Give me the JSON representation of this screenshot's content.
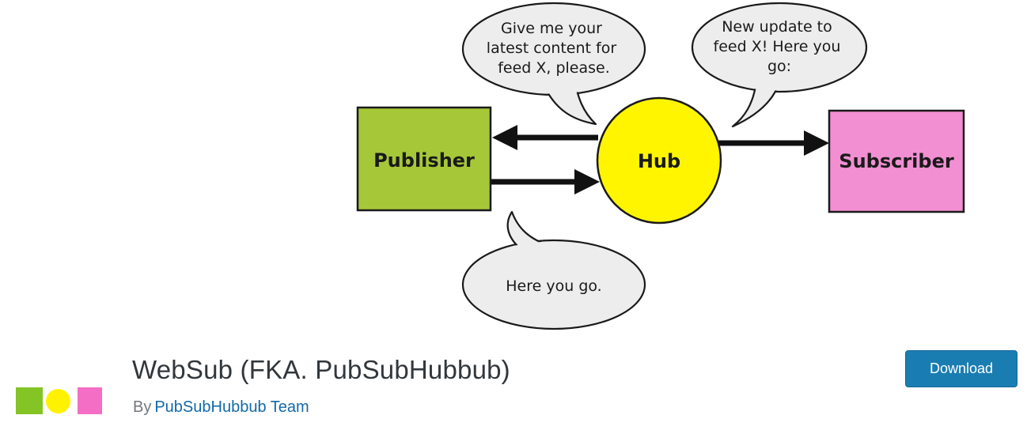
{
  "diagram": {
    "publisher_label": "Publisher",
    "hub_label": "Hub",
    "subscriber_label": "Subscriber",
    "bubbles": {
      "request": {
        "lines": [
          "Give me your",
          "latest content for",
          "feed X, please."
        ]
      },
      "update": {
        "lines": [
          "New update to",
          "feed X! Here you",
          "go:"
        ]
      },
      "response": {
        "lines": [
          "Here you go."
        ]
      }
    },
    "colors": {
      "publisher": "#a6c838",
      "hub": "#fff500",
      "subscriber": "#f18fd2",
      "bubble_fill": "#ededed",
      "outline": "#1a1a1a",
      "arrow": "#111111"
    }
  },
  "plugin": {
    "title": "WebSub (FKA. PubSubHubbub)",
    "byline_prefix": "By",
    "author": "PubSubHubbub Team",
    "download_label": "Download",
    "colors": {
      "icon_green": "#84c424",
      "icon_yellow": "#fff200",
      "icon_pink": "#f46ec5",
      "title_text": "#32373c",
      "author_link": "#1269a8",
      "download_button": "#1a7db2"
    }
  }
}
